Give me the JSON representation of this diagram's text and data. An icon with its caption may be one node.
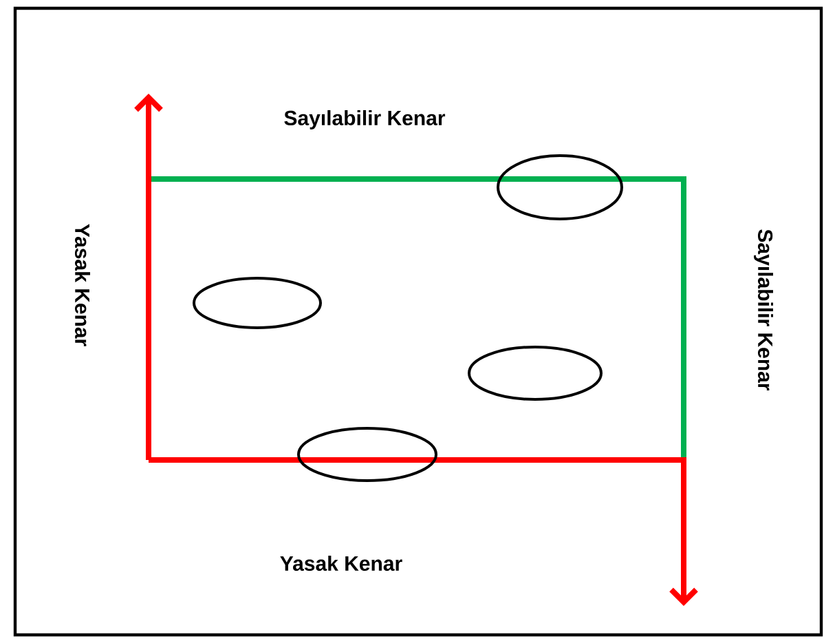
{
  "diagram": {
    "nodes": [
      {
        "text": [],
        "shape": "ellipse"
      },
      {
        "text": [],
        "shape": "ellipse"
      },
      {
        "text": [],
        "shape": "ellipse"
      },
      {
        "text": [],
        "shape": "ellipse"
      }
    ],
    "labels": [
      "Sayılabilir Kenar",
      "Yasak Kenar",
      "Sayılabilir Kenar",
      "Yasak Kenar"
    ]
  }
}
